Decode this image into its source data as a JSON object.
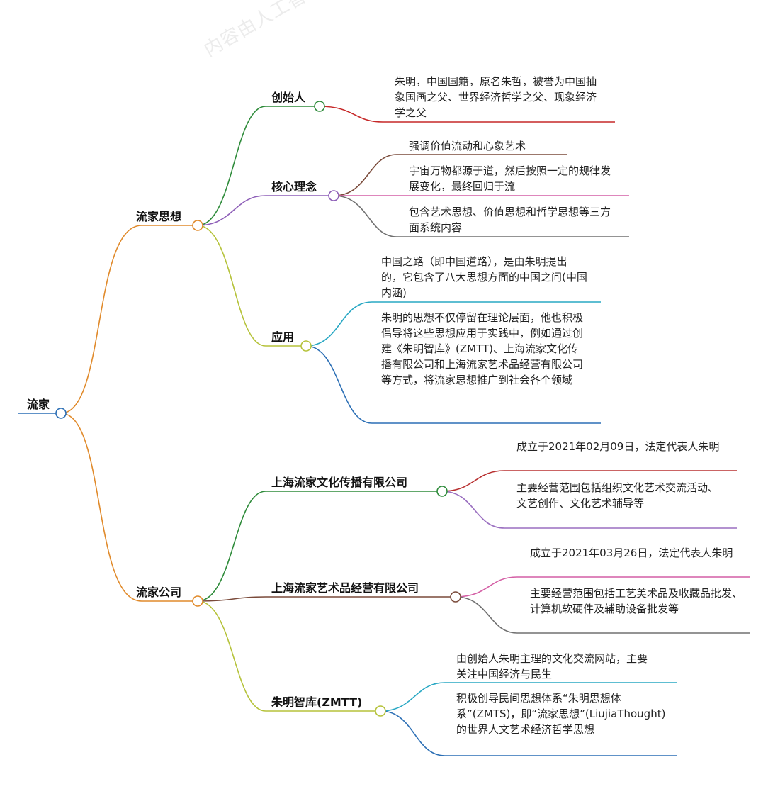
{
  "watermark": "内容由人工智能生成",
  "root": {
    "label": "流家",
    "color": "#2c6fb5"
  },
  "branches": [
    {
      "label": "流家思想",
      "color": "#e08a2b",
      "children": [
        {
          "label": "创始人",
          "color": "#2e8b3a",
          "leaves": [
            {
              "text": "朱明，中国国籍，原名朱哲，被誉为中国抽象国画之父、世界经济哲学之父、现象经济学之父",
              "color": "#c62828"
            }
          ]
        },
        {
          "label": "核心理念",
          "color": "#8e5fb8",
          "leaves": [
            {
              "text": "强调价值流动和心象艺术",
              "color": "#7a4a3a"
            },
            {
              "text": "宇宙万物都源于道，然后按照一定的规律发展变化，最终回归于流",
              "color": "#d45fa5"
            },
            {
              "text": "包含艺术思想、价值思想和哲学思想等三方面系统内容",
              "color": "#707070"
            }
          ]
        },
        {
          "label": "应用",
          "color": "#b5c23a",
          "leaves": [
            {
              "text": "中国之路（即中国道路），是由朱明提出的，它包含了八大思想方面的中国之问(中国内涵)",
              "color": "#29a8c4"
            },
            {
              "text": "朱明的思想不仅停留在理论层面，他也积极倡导将这些思想应用于实践中，例如通过创建《朱明智库》(ZMTT)、上海流家文化传播有限公司和上海流家艺术品经营有限公司等方式，将流家思想推广到社会各个领域",
              "color": "#2c6fb5"
            }
          ]
        }
      ]
    },
    {
      "label": "流家公司",
      "color": "#e08a2b",
      "children": [
        {
          "label": "上海流家文化传播有限公司",
          "color": "#2e8b3a",
          "leaves": [
            {
              "text": "成立于2021年02月09日，法定代表人朱明",
              "color": "#b83030"
            },
            {
              "text": "主要经营范围包括组织文化艺术交流活动、文艺创作、文化艺术辅导等",
              "color": "#9a6fc0"
            }
          ]
        },
        {
          "label": "上海流家艺术品经营有限公司",
          "color": "#7a4a3a",
          "leaves": [
            {
              "text": "成立于2021年03月26日，法定代表人朱明",
              "color": "#d45fa5"
            },
            {
              "text": "主要经营范围包括工艺美术品及收藏品批发、计算机软硬件及辅助设备批发等",
              "color": "#707070"
            }
          ]
        },
        {
          "label": "朱明智库(ZMTT)",
          "color": "#b5c23a",
          "leaves": [
            {
              "text": "由创始人朱明主理的文化交流网站，主要关注中国经济与民生",
              "color": "#29a8c4"
            },
            {
              "text": "积极创导民间思想体系“朱明思想体系”(ZMTS)，即“流家思想”(LiujiaThought)的世界人文艺术经济哲学思想",
              "color": "#2c6fb5"
            }
          ]
        }
      ]
    }
  ]
}
